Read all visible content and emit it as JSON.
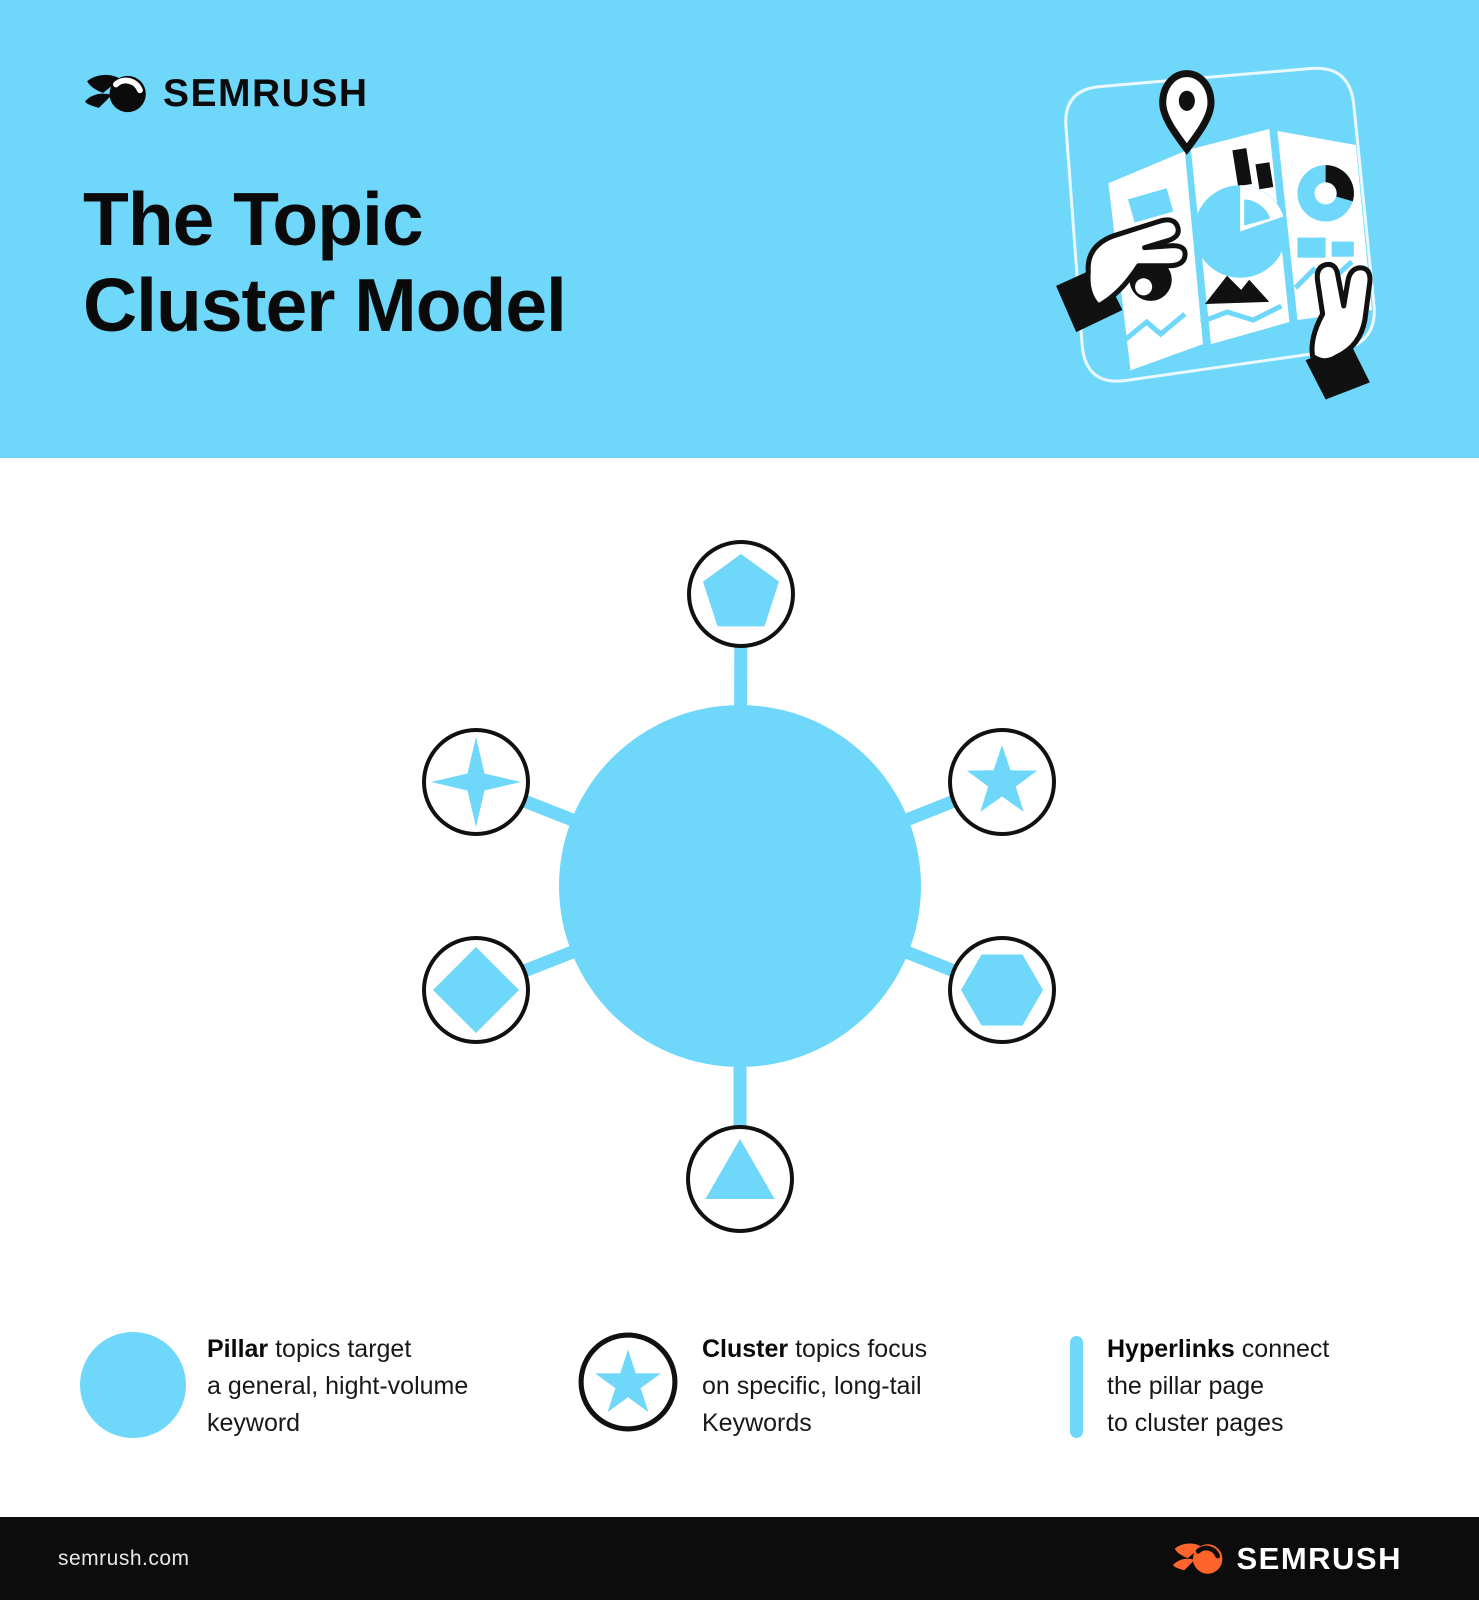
{
  "page": {
    "accent_blue": "#6ED7FA",
    "ink": "#0b0b0b",
    "orange": "#FF642D",
    "footer_bg": "#0c0c0c"
  },
  "header": {
    "logo_text": "SEMRUSH",
    "title_line1": "The Topic",
    "title_line2": "Cluster Model",
    "illustration": "hands-holding-map-with-location-pin"
  },
  "diagram": {
    "hub": {
      "name": "pillar-page-circle",
      "color": "#6ED7FA"
    },
    "nodes": [
      {
        "shape": "pentagon",
        "position": "top"
      },
      {
        "shape": "four-point-star",
        "position": "upper-left"
      },
      {
        "shape": "five-point-star",
        "position": "upper-right"
      },
      {
        "shape": "diamond",
        "position": "lower-left"
      },
      {
        "shape": "hexagon",
        "position": "lower-right"
      },
      {
        "shape": "triangle",
        "position": "bottom"
      }
    ]
  },
  "legend": [
    {
      "icon": "pillar-circle-icon",
      "lead": "Pillar",
      "line1_rest": " topics target",
      "line2": "a general, hight-volume",
      "line3": "keyword"
    },
    {
      "icon": "cluster-star-icon",
      "lead": "Cluster",
      "line1_rest": " topics focus",
      "line2": "on specific, long-tail",
      "line3": "Keywords"
    },
    {
      "icon": "hyperlink-bar-icon",
      "lead": "Hyperlinks",
      "line1_rest": " connect",
      "line2": "the pillar page",
      "line3": "to cluster pages"
    }
  ],
  "footer": {
    "url": "semrush.com",
    "logo_text": "SEMRUSH"
  }
}
